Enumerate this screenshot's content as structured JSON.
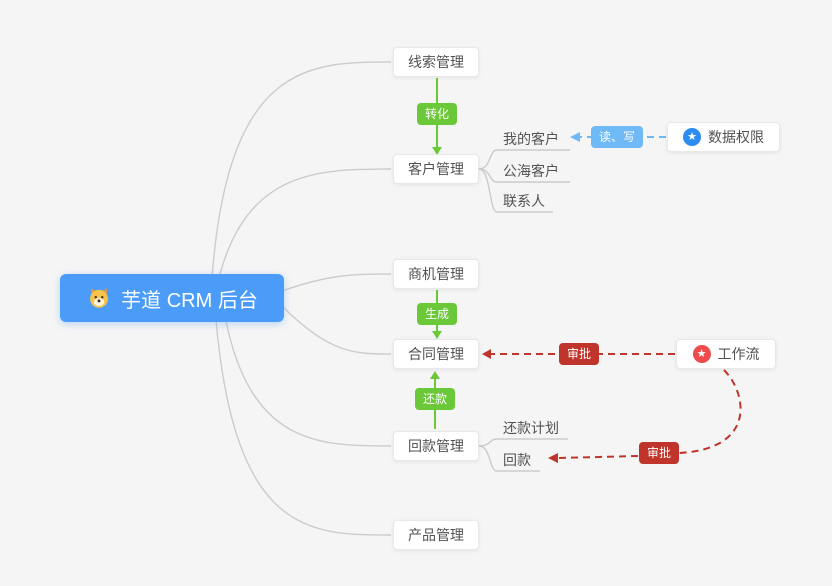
{
  "root": {
    "label": "芋道 CRM 后台"
  },
  "nodes": {
    "leads": {
      "label": "线索管理"
    },
    "customers": {
      "label": "客户管理"
    },
    "opportunities": {
      "label": "商机管理"
    },
    "contracts": {
      "label": "合同管理"
    },
    "payments": {
      "label": "回款管理"
    },
    "products": {
      "label": "产品管理"
    },
    "data_permission": {
      "label": "数据权限"
    },
    "workflow": {
      "label": "工作流"
    }
  },
  "sub_nodes": {
    "my_customers": {
      "label": "我的客户"
    },
    "public_customers": {
      "label": "公海客户"
    },
    "contacts": {
      "label": "联系人"
    },
    "repayment_plan": {
      "label": "还款计划"
    },
    "repayment": {
      "label": "回款"
    }
  },
  "edge_labels": {
    "convert": {
      "label": "转化"
    },
    "generate": {
      "label": "生成"
    },
    "repay": {
      "label": "还款"
    },
    "read_write": {
      "label": "读、写"
    },
    "approve_contract": {
      "label": "审批"
    },
    "approve_repayment": {
      "label": "审批"
    }
  },
  "colors": {
    "canvas_bg": "#f5f5f5",
    "root_bg": "#4a9cf8",
    "node_border": "#e8e8e8",
    "node_text": "#525252",
    "connector_gray": "#cccccc",
    "edge_green": "#6bc839",
    "edge_blue": "#6fb9f7",
    "edge_red": "#bf342b",
    "star_blue": "#2d8cf0",
    "star_red": "#ee4c4c"
  }
}
